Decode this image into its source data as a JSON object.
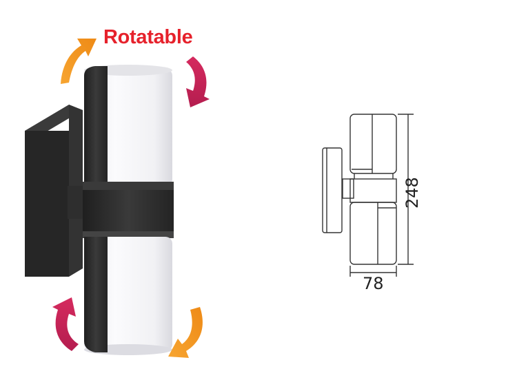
{
  "product": {
    "title": "Rotatable"
  },
  "drawing": {
    "width_label": "78",
    "height_label": "248"
  },
  "colors": {
    "title": "#e6212b",
    "arrow_orange": "#f39a22",
    "arrow_magenta": "#c8215a",
    "body_dark": "#2b2b2b",
    "diffuser": "#f4f4f6"
  },
  "icons": [
    "rotate-arrow-top-left-icon",
    "rotate-arrow-top-right-icon",
    "rotate-arrow-bottom-left-icon",
    "rotate-arrow-bottom-right-icon"
  ]
}
